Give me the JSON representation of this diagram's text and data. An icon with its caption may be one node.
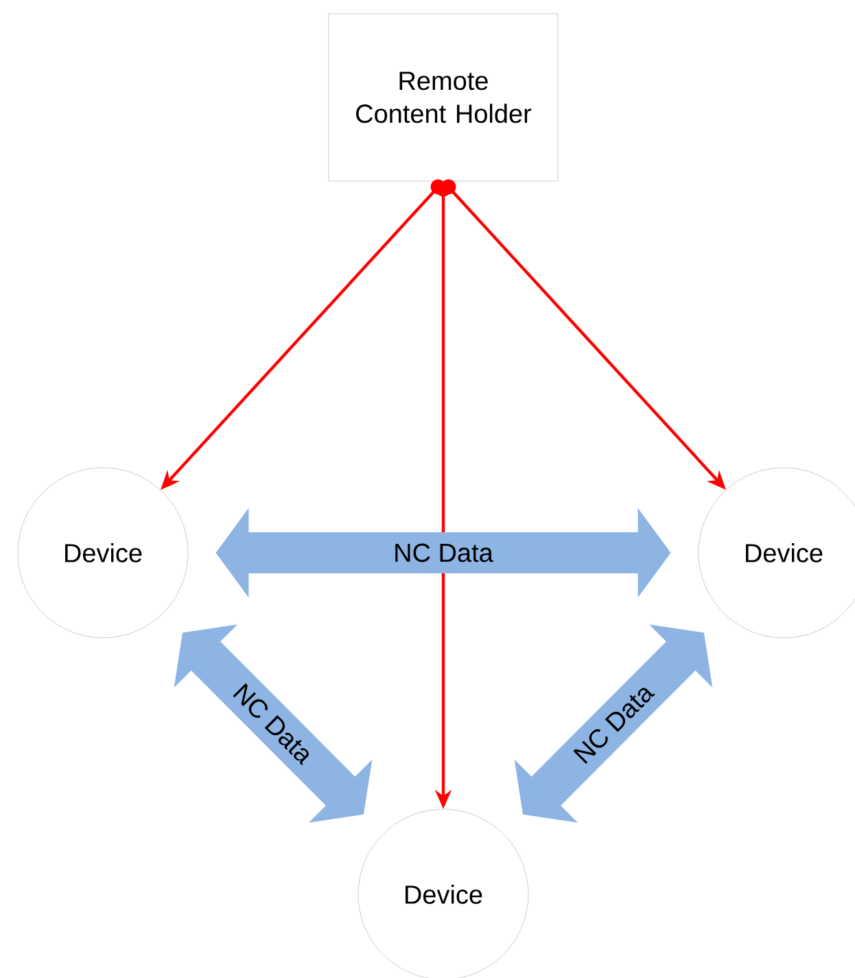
{
  "diagram": {
    "nodes": [
      {
        "text": [
          "Remote Content Holder"
        ]
      },
      {
        "text": [
          "Device"
        ]
      },
      {
        "text": [
          "Device"
        ]
      },
      {
        "text": [
          "Device"
        ]
      }
    ],
    "edges": [
      {
        "from": 0,
        "to": 1,
        "arrow": "to",
        "color": "#ff0000"
      },
      {
        "from": 0,
        "to": 3,
        "arrow": "to",
        "color": "#ff0000"
      },
      {
        "from": 0,
        "to": 2,
        "arrow": "to",
        "color": "#ff0000"
      },
      {
        "from": 1,
        "to": 2,
        "arrow": "both",
        "style": "thick",
        "color": "#8eb4e3",
        "label": "NC Data"
      },
      {
        "from": 1,
        "to": 3,
        "arrow": "both",
        "style": "thick",
        "color": "#8eb4e3",
        "label": "NC Data"
      },
      {
        "from": 3,
        "to": 2,
        "arrow": "both",
        "style": "thick",
        "color": "#8eb4e3",
        "label": "NC Data"
      }
    ]
  }
}
